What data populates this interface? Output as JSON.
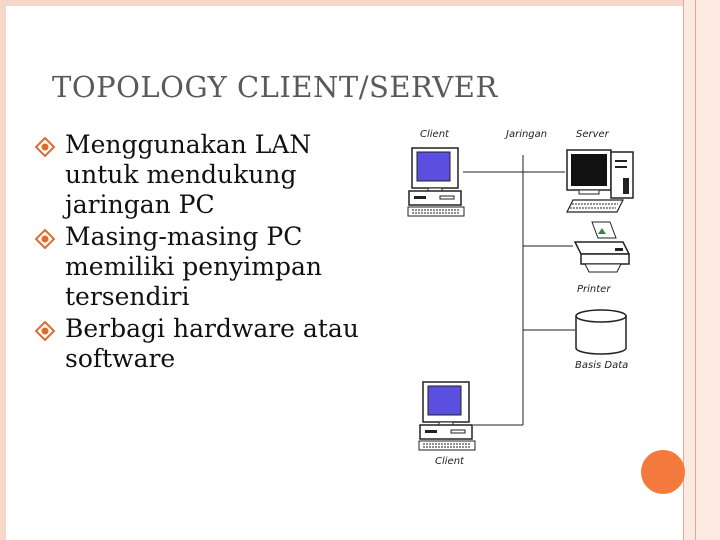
{
  "title": "TOPOLOGY CLIENT/SERVER",
  "bullets": [
    "Menggunakan LAN untuk mendukung jaringan PC",
    "Masing-masing PC memiliki penyimpan tersendiri",
    "Berbagi hardware atau software"
  ],
  "diagram": {
    "client_top": "Client",
    "network": "Jaringan",
    "server": "Server",
    "printer": "Printer",
    "database": "Basis Data",
    "client_bottom": "Client"
  },
  "colors": {
    "title": "#5a5a5a",
    "bullet_mark": "#e06b2e",
    "frame": "#f6d7cc",
    "accent_circle": "#f4793d",
    "screen": "#5b4fe0"
  }
}
